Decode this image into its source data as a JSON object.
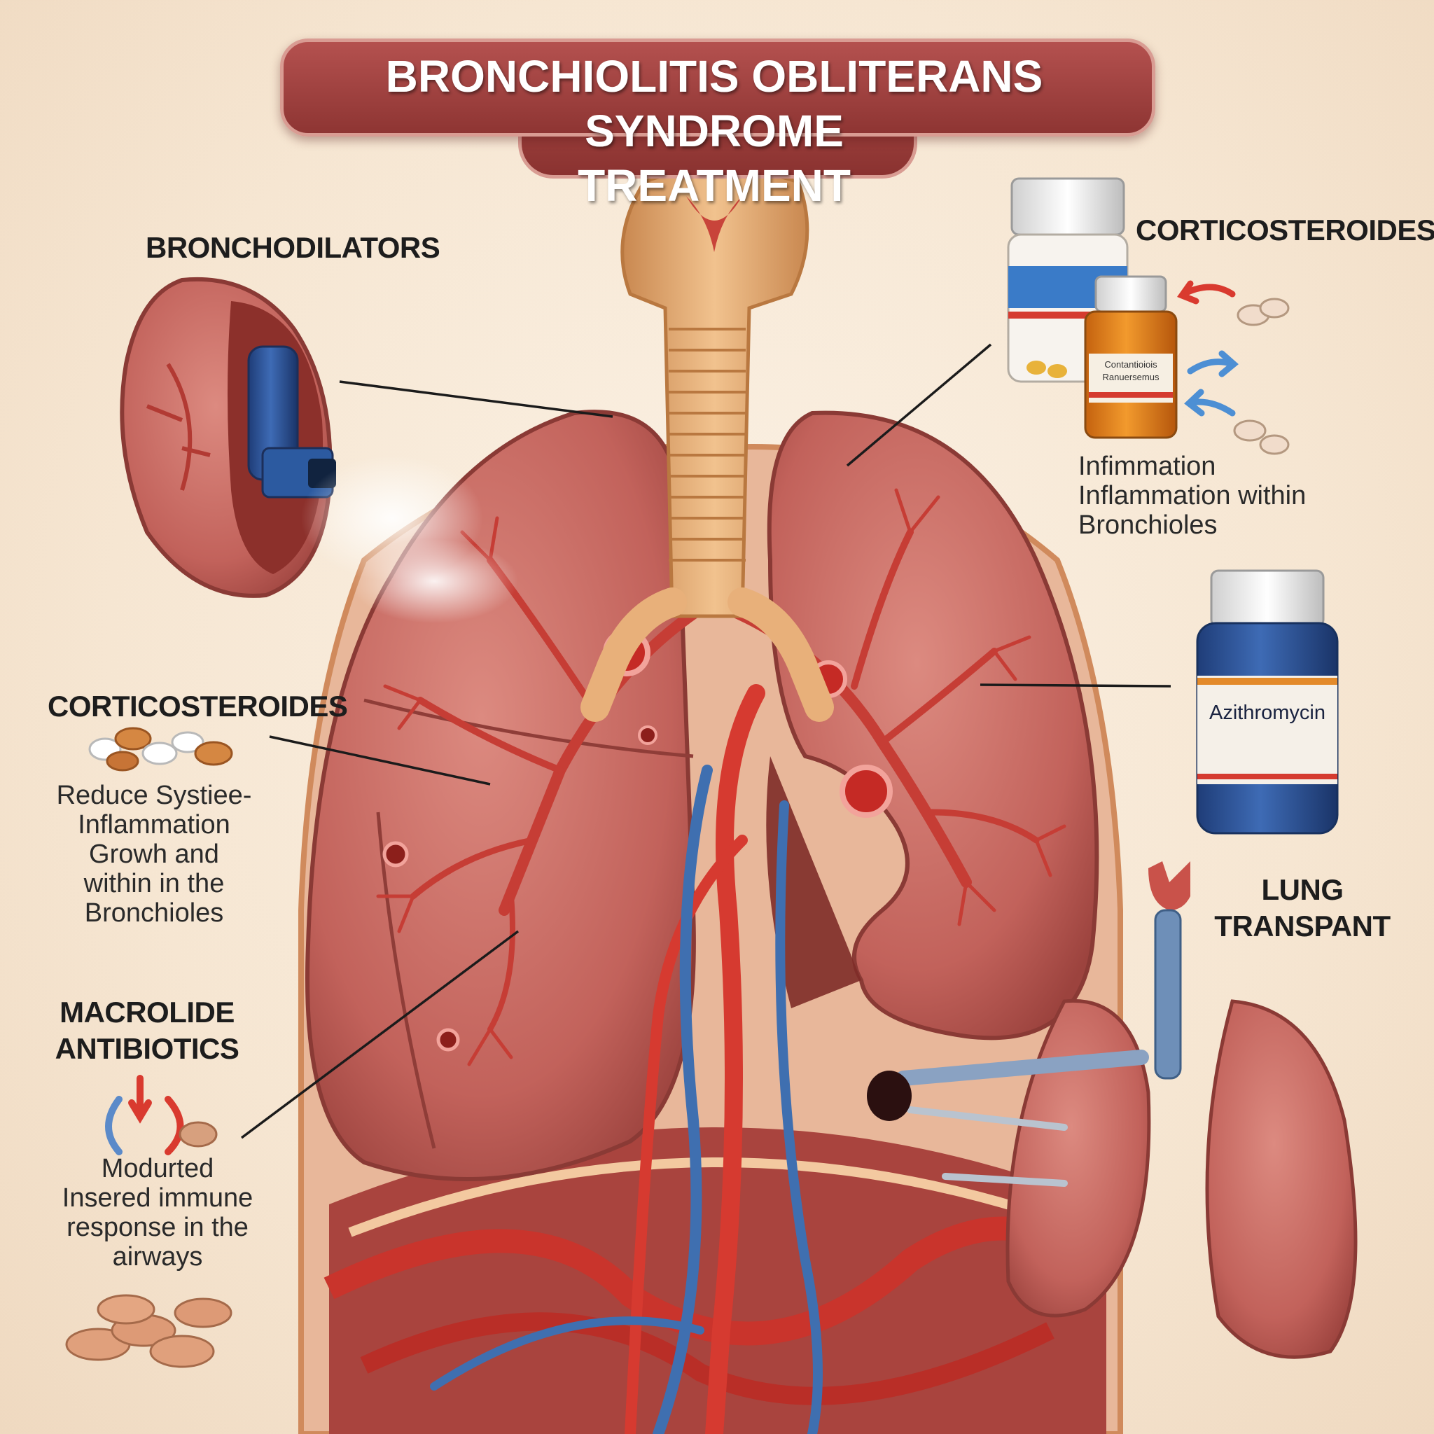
{
  "title": {
    "line1": "BRONCHIOLITIS OBLITERANS SYNDROME",
    "line2": "TREATMENT"
  },
  "labels": {
    "bronchodilators": "BRONCHODILATORS",
    "corticosteroids_top": "CORTICOSTEROIDES",
    "corticosteroids_left": "CORTICOSTEROIDES",
    "macrolide_line1": "MACROLIDE",
    "macrolide_line2": "ANTIBIOTICS",
    "lung_line1": "LUNG",
    "lung_line2": "TRANSPANT"
  },
  "descriptions": {
    "top_right": [
      "Infimmation",
      "Inflammation within",
      "Bronchioles"
    ],
    "left_cortico": [
      "Reduce Systiee-",
      "Inflammation",
      "Growh and",
      "within in the",
      "Bronchioles"
    ],
    "macrolide": [
      "Modurted",
      "Insered immune",
      "response in the",
      "airways"
    ]
  },
  "bottles": {
    "small_bottle_line1": "Contantioiois",
    "small_bottle_line2": "Ranuersemus",
    "azithromycin": "Azithromycin"
  },
  "colors": {
    "banner": "#9d403d",
    "lung": "#c96a63",
    "artery": "#d63a30",
    "vein": "#3f6fb0",
    "trachea": "#e7b07a"
  }
}
